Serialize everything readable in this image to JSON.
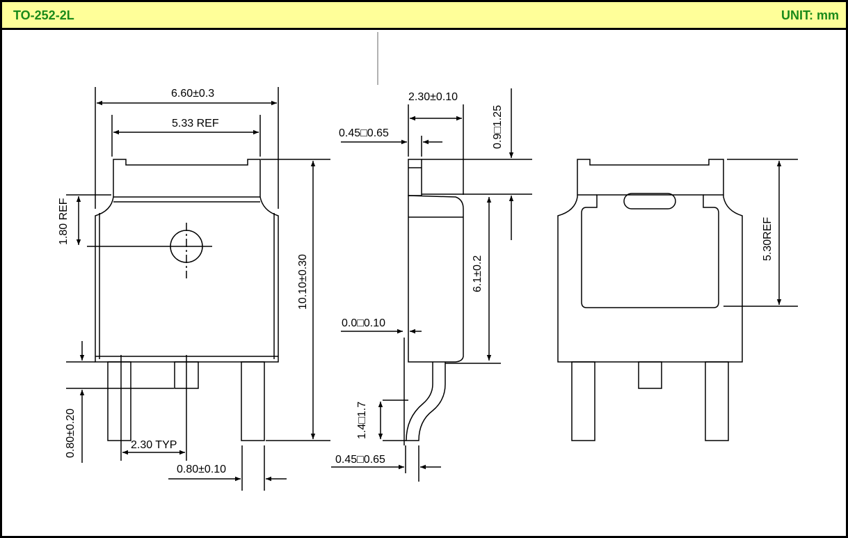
{
  "header": {
    "title": "TO-252-2L",
    "unit": "UNIT: mm",
    "text_color": "#1a8a1a",
    "background": "#ffff99"
  },
  "dims": {
    "front_width": "6.60±0.3",
    "front_tab": "5.33 REF",
    "front_tab_height": "1.80 REF",
    "total_height": "10.10±0.30",
    "lead_length": "0.80±0.20",
    "lead_pitch": "2.30 TYP",
    "lead_width": "0.80±0.10",
    "side_body_thickness": "2.30±0.10",
    "side_tab_thickness": "0.45□0.65",
    "side_tab_height": "0.9□1.25",
    "side_body_height": "6.1±0.2",
    "side_standoff": "0.0□0.10",
    "side_lead_height": "1.4□1.7",
    "side_lead_thickness": "0.45□0.65",
    "back_pad_height": "5.30REF"
  }
}
